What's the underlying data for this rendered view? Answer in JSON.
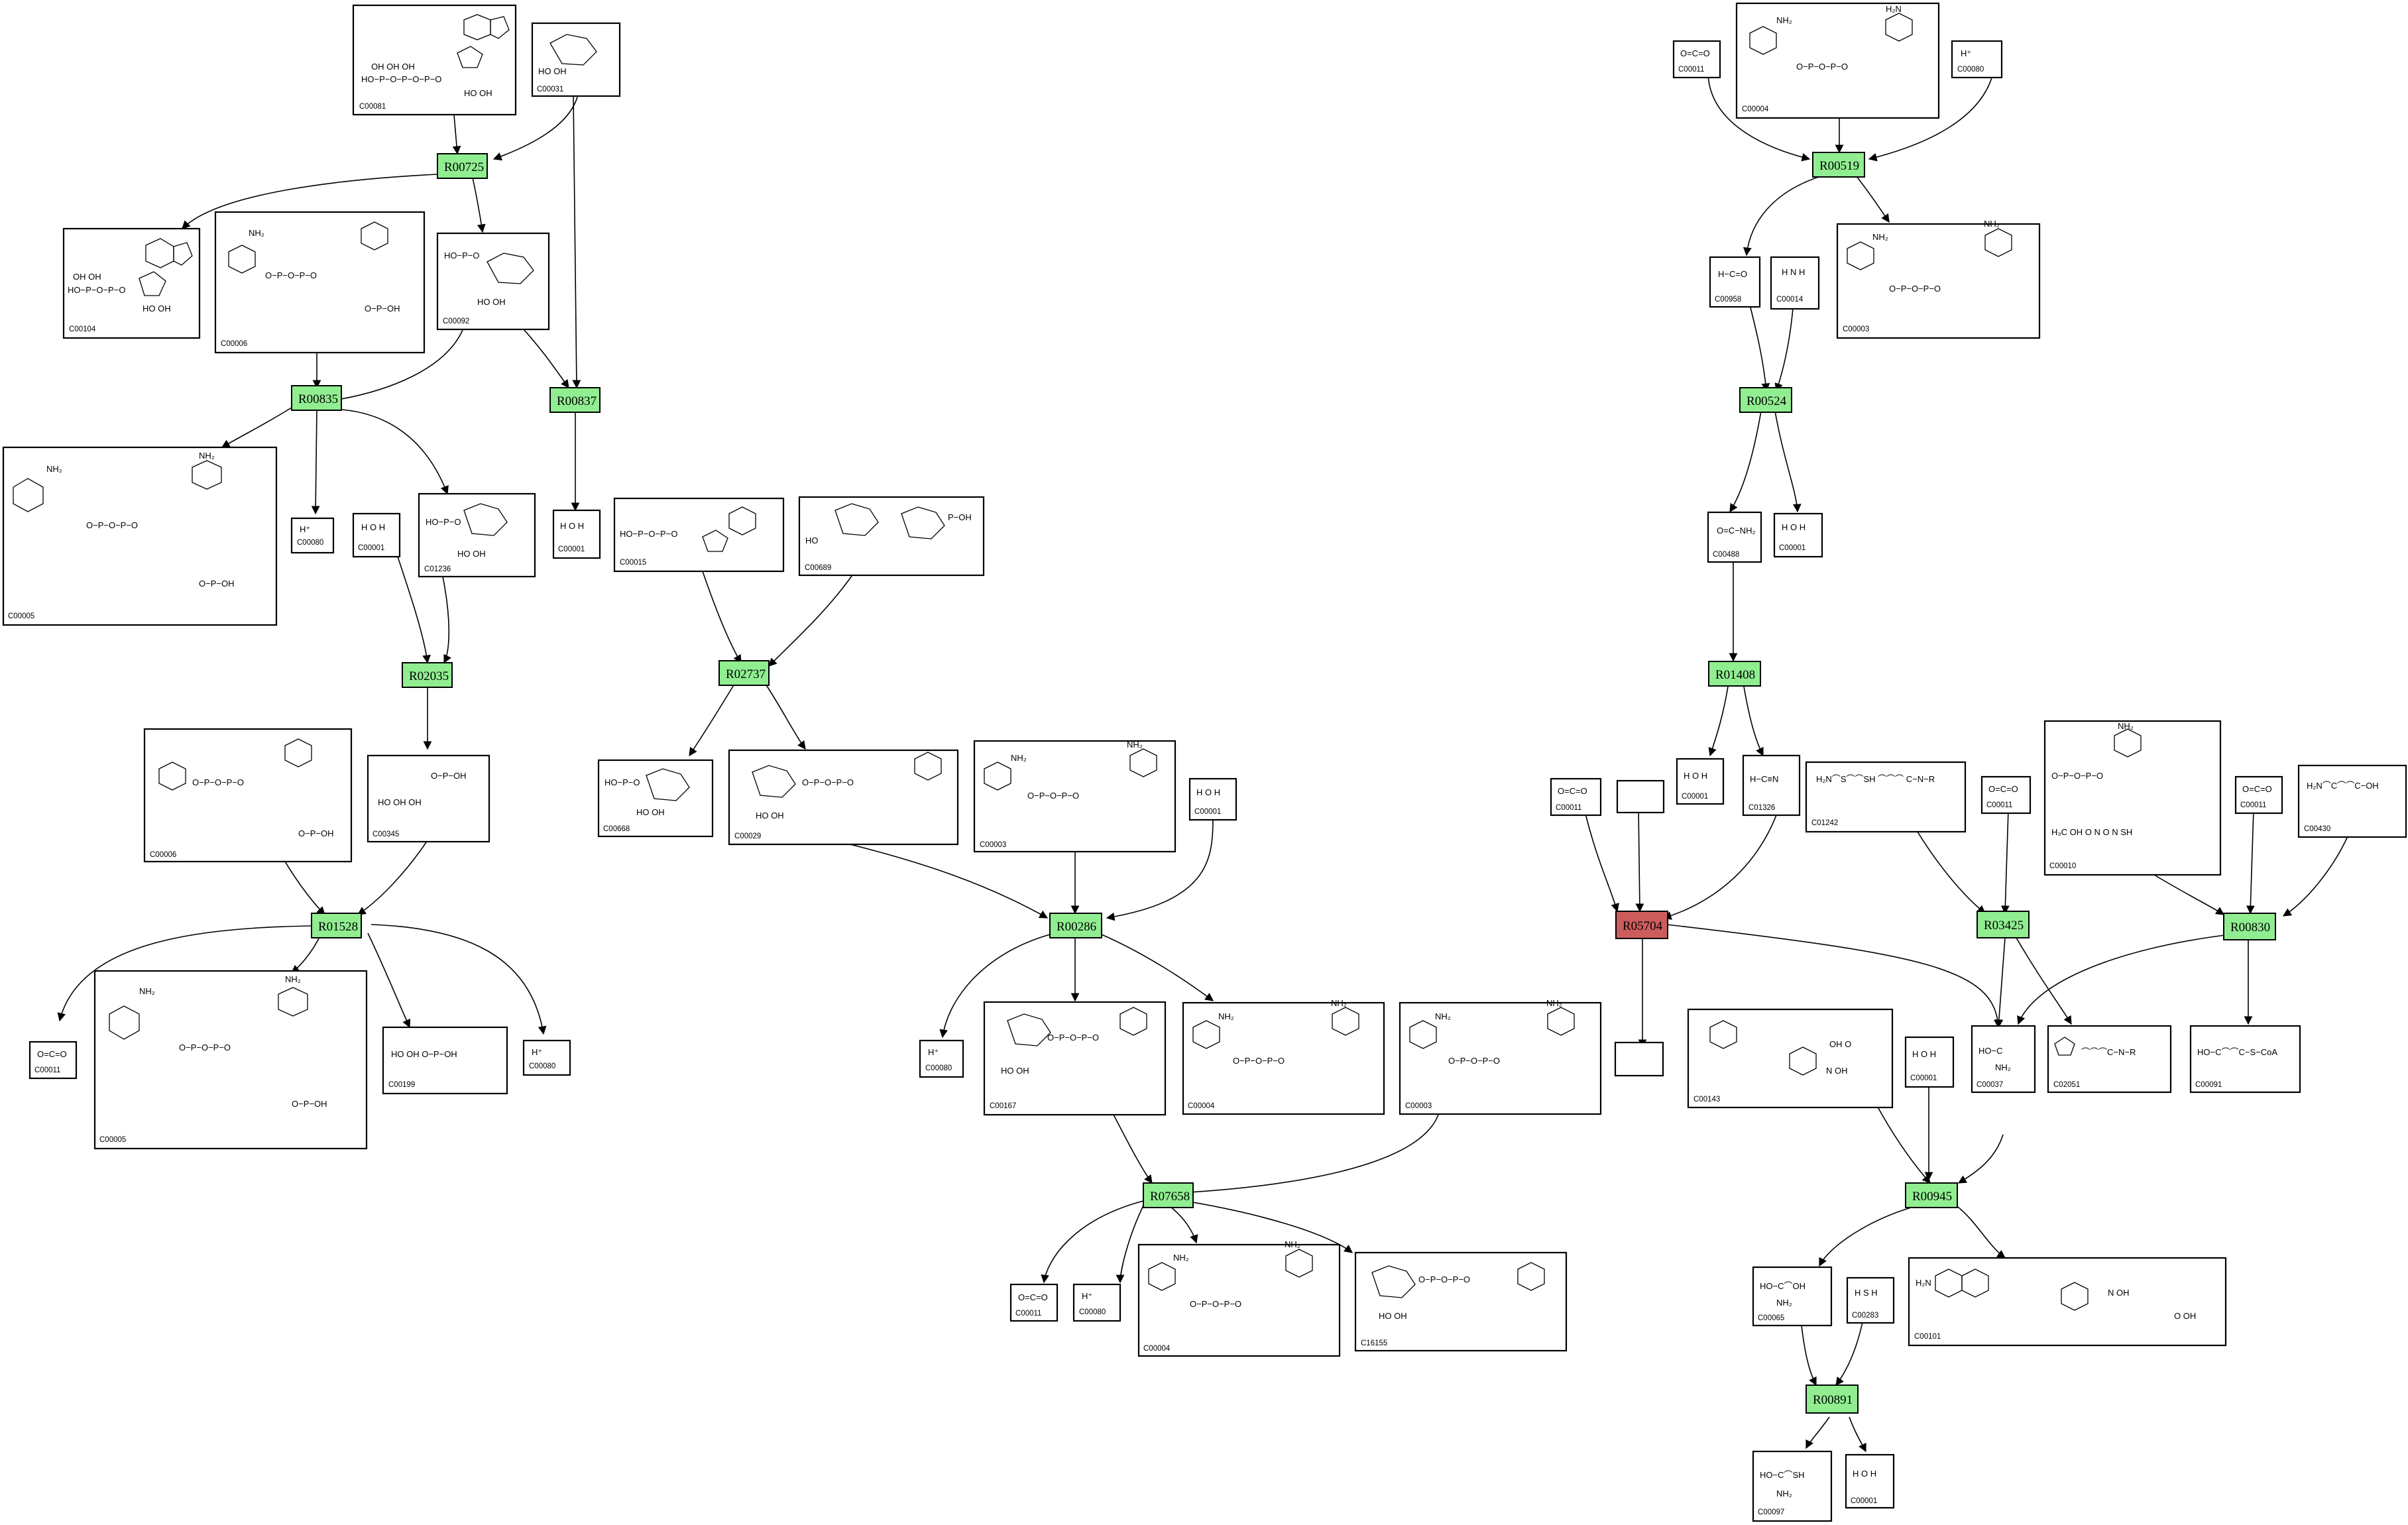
{
  "colors": {
    "reaction_default": "#90ee90",
    "reaction_highlight": "#cd5c5c",
    "compound_border": "#000000",
    "edge": "#000000",
    "background": "#ffffff"
  },
  "reactions": {
    "R00725": "R00725",
    "R00835": "R00835",
    "R00837": "R00837",
    "R02035": "R02035",
    "R02737": "R02737",
    "R01528": "R01528",
    "R00286": "R00286",
    "R07658": "R07658",
    "R00519": "R00519",
    "R00524": "R00524",
    "R01408": "R01408",
    "R05704": "R05704",
    "R03425": "R03425",
    "R00830": "R00830",
    "R00945": "R00945",
    "R00891": "R00891"
  },
  "highlighted_reaction": "R05704",
  "compounds": {
    "n1": "C00081",
    "n2": "C00031",
    "n3": "C00104",
    "n4": "C00006",
    "n5": "C00092",
    "n6": "C00005",
    "n7": "C00080",
    "n8": "C00001",
    "n9": "C01236",
    "n10": "C00001",
    "n11": "C00015",
    "n12": "C00689",
    "n13": "C00006",
    "n14": "C00345",
    "n15": "C00668",
    "n16": "C00029",
    "n17": "C00003",
    "n18": "C00001",
    "n19": "C00011",
    "n20": "C00005",
    "n21": "C00199",
    "n22": "C00080",
    "n23": "C00080",
    "n24": "C00167",
    "n25": "C00004",
    "n26": "C00003",
    "n27": "C00011",
    "n28": "C00080",
    "n29": "C00004",
    "n30": "C16155",
    "n31": "C00011",
    "n32": "C00004",
    "n33": "C00080",
    "n34": "C00958",
    "n35": "C00014",
    "n36": "C00003",
    "n37": "C00488",
    "n38": "C00001",
    "n39": "C00001",
    "n40": "C01326",
    "n41": "C00011",
    "n42": "",
    "n43": "C01242",
    "n44": "C00011",
    "n45": "C00010",
    "n46": "C00011",
    "n47": "C00430",
    "n48": "",
    "n49": "C00143",
    "n50": "C00001",
    "n51": "C00037",
    "n52": "C02051",
    "n53": "C00091",
    "n54": "C00065",
    "n55": "C00283",
    "n56": "C00101",
    "n57": "C00097",
    "n58": "C00001"
  },
  "molecule_labels": {
    "hplus": "H⁺",
    "water": "O",
    "water_h": "H",
    "co2": "O=C=O",
    "nh3_n": "N",
    "h2s": "S",
    "nh2": "NH₂",
    "oh": "OH",
    "ho": "HO",
    "p": "P",
    "o": "O",
    "n": "N",
    "cn": "N",
    "sh": "SH",
    "scoa": "S−CoA",
    "r": "R",
    "nh": "NH",
    "h2n": "H₂N",
    "coa_sh": "SH"
  }
}
